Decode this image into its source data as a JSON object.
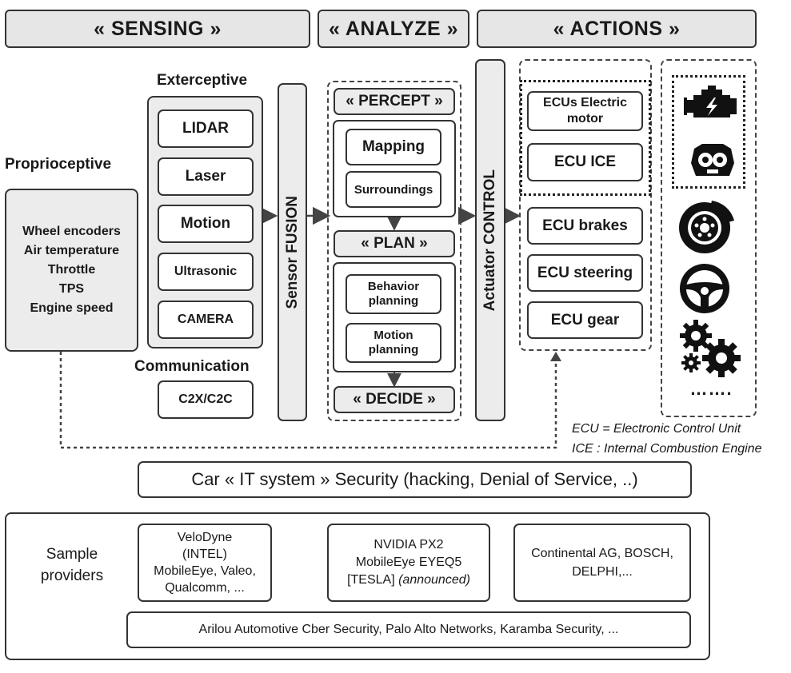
{
  "headers": {
    "sensing": "« SENSING »",
    "analyze": "« ANALYZE »",
    "actions": "« ACTIONS »"
  },
  "sensing": {
    "exteroceptive_label": "Exterceptive",
    "exteroceptive_items": [
      "LIDAR",
      "Laser",
      "Motion",
      "Ultrasonic",
      "CAMERA"
    ],
    "proprioceptive_label": "Proprioceptive",
    "proprioceptive_text": "Wheel encoders\nAir temperature\nThrottle\nTPS\nEngine speed",
    "communication_label": "Communication",
    "communication_item": "C2X/C2C",
    "fusion_label": "Sensor FUSION"
  },
  "analyze": {
    "percept": "« PERCEPT »",
    "mapping": "Mapping",
    "surroundings": "Surroundings",
    "plan": "« PLAN »",
    "behavior_planning": "Behavior\nplanning",
    "motion_planning": "Motion\nplanning",
    "decide": "« DECIDE »"
  },
  "actions": {
    "actuator_label": "Actuator CONTROL",
    "ecu_electric": "ECUs Electric\nmotor",
    "ecu_ice": "ECU ICE",
    "ecu_brakes": "ECU brakes",
    "ecu_steering": "ECU steering",
    "ecu_gear": "ECU gear",
    "more": "……."
  },
  "icons": [
    "engine-icon",
    "ice-engine-icon",
    "brake-disc-icon",
    "steering-wheel-icon",
    "gears-icon"
  ],
  "legend": {
    "ecu": "ECU = Electronic Control Unit",
    "ice": "ICE : Internal Combustion Engine"
  },
  "security_bar": "Car « IT system » Security (hacking, Denial of Service, ..)",
  "providers": {
    "label": "Sample\nproviders",
    "sensing": "VeloDyne\n(INTEL)\nMobileEye, Valeo,\nQualcomm, ...",
    "analyze_main": "NVIDIA PX2\nMobileEye EYEQ5\n[TESLA] ",
    "analyze_note": "(announced)",
    "actions": "Continental AG, BOSCH,\nDELPHI,...",
    "security": "Arilou Automotive Cber Security, Palo Alto Networks, Karamba Security, ..."
  }
}
